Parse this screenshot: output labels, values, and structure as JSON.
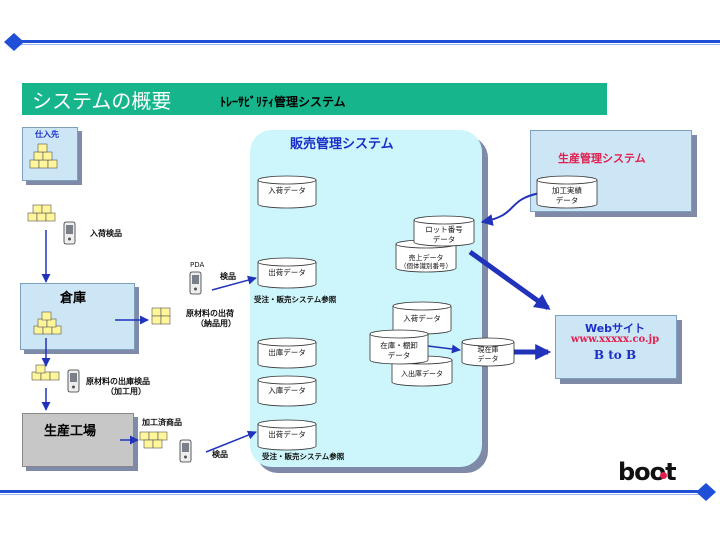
{
  "header": {
    "title": "システムの概要",
    "subtitle": "ﾄﾚｰｻﾋﾞﾘﾃｨ管理システム"
  },
  "sales_system": {
    "title": "販売管理システム",
    "cylinders": {
      "nyuka": "入荷データ",
      "shukka1": "出荷データ",
      "shukko": "出庫データ",
      "nyuko": "入庫データ",
      "shukka2": "出荷データ",
      "lot_line1": "ロット番号",
      "lot_line2": "データ",
      "uriage_line1": "売上データ",
      "uriage_line2": "（個体識別番号）",
      "nyuka2": "入荷データ",
      "zaiko_line1": "在庫・棚卸",
      "zaiko_line2": "データ",
      "nyushukko": "入出庫データ",
      "genzaiko_line1": "現在庫",
      "genzaiko_line2": "データ"
    },
    "ref1": "受注・販売システム参照",
    "ref2": "受注・販売システム参照"
  },
  "production_system": {
    "title": "生産管理システム",
    "cyl_line1": "加工実績",
    "cyl_line2": "データ"
  },
  "web": {
    "title": "Webサイト",
    "url": "www.xxxxx.co.jp",
    "btob": "B to B"
  },
  "left_flow": {
    "supplier": "仕入先",
    "nyuka_kenpin": "入荷検品",
    "warehouse": "倉庫",
    "genzairyo_line1": "原材料の出荷",
    "genzairyo_line2": "（納品用）",
    "pda": "PDA",
    "kenpin1": "検品",
    "shukko_kenpin_line1": "原材料の出庫検品",
    "shukko_kenpin_line2": "（加工用）",
    "factory": "生産工場",
    "kakousumi": "加工済商品",
    "kenpin2": "検品"
  },
  "footer": {
    "logo": "boot"
  },
  "colors": {
    "title_bar": "#16b58c",
    "accent_blue": "#1e4fd6",
    "panel_cyan": "#ccf6fb",
    "box_fill": "#cde6f6",
    "arrow_blue": "#2233bb",
    "production_title": "#e0204f",
    "web_title": "#1a2fc8",
    "box_yellow": "#fff59a"
  },
  "icons": [
    "diamond-icon",
    "boxes-icon",
    "pda-device-icon",
    "database-cylinder-icon",
    "arrow-icon"
  ]
}
